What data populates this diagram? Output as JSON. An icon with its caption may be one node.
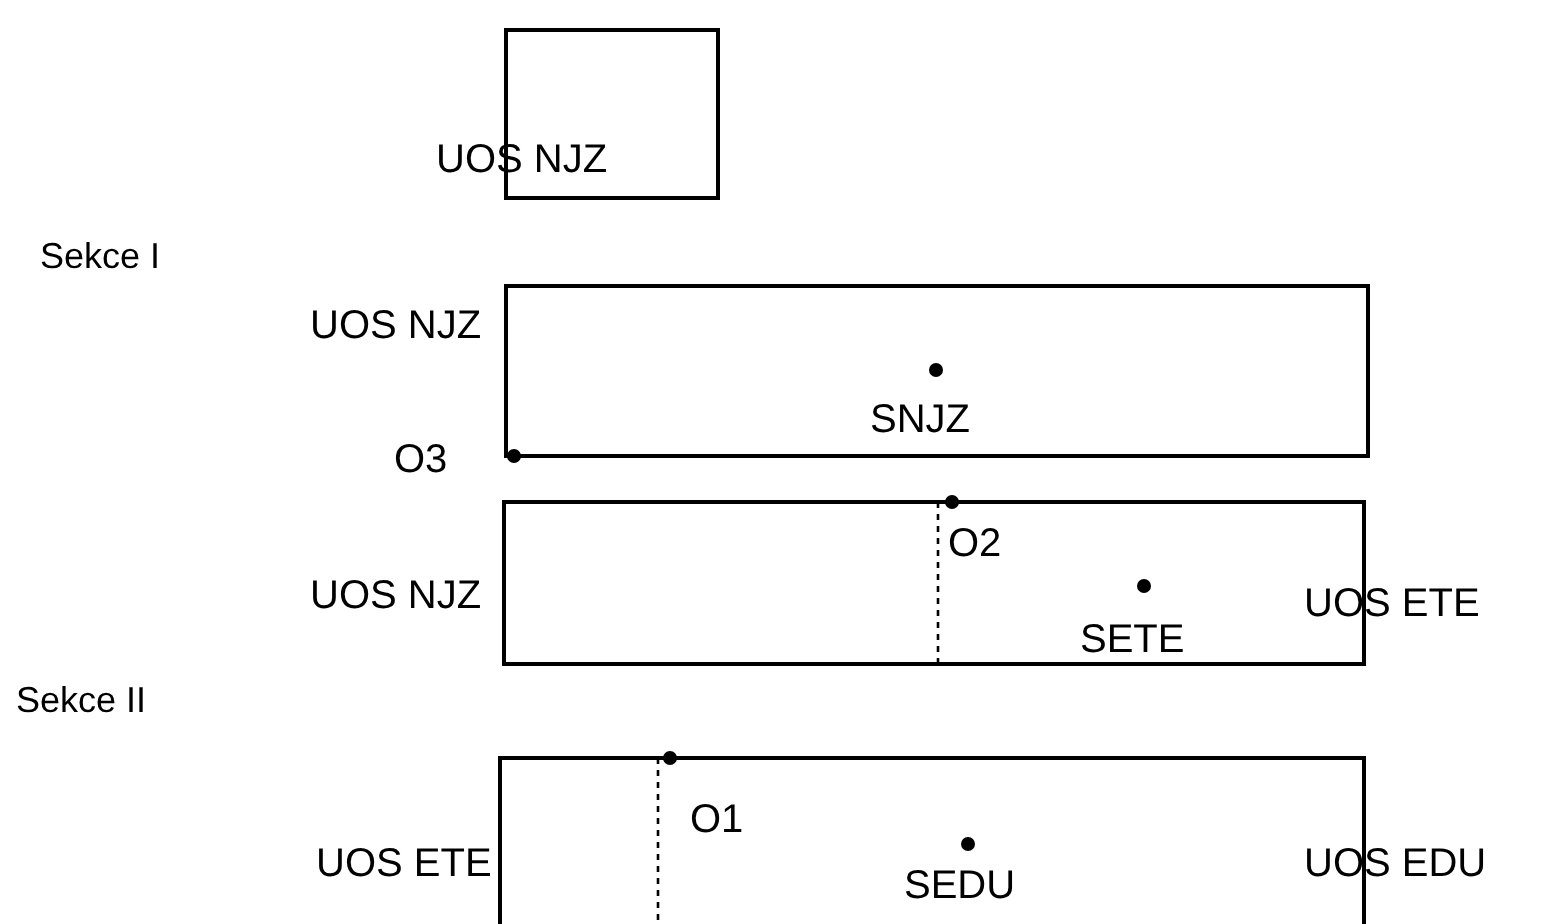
{
  "diagram": {
    "nodes": [
      {
        "text": [
          "UOS NJZ"
        ]
      },
      {
        "text": [
          "UOS NJZ",
          "SNJZ",
          "O3"
        ]
      },
      {
        "text": [
          "UOS NJZ",
          "O2",
          "SETE",
          "UOS ETE"
        ]
      },
      {
        "text": [
          "UOS ETE",
          "O1",
          "SEDU",
          "UOS EDU"
        ]
      }
    ],
    "edges": [],
    "labels": [
      "Sekce I",
      "Sekce II"
    ]
  }
}
